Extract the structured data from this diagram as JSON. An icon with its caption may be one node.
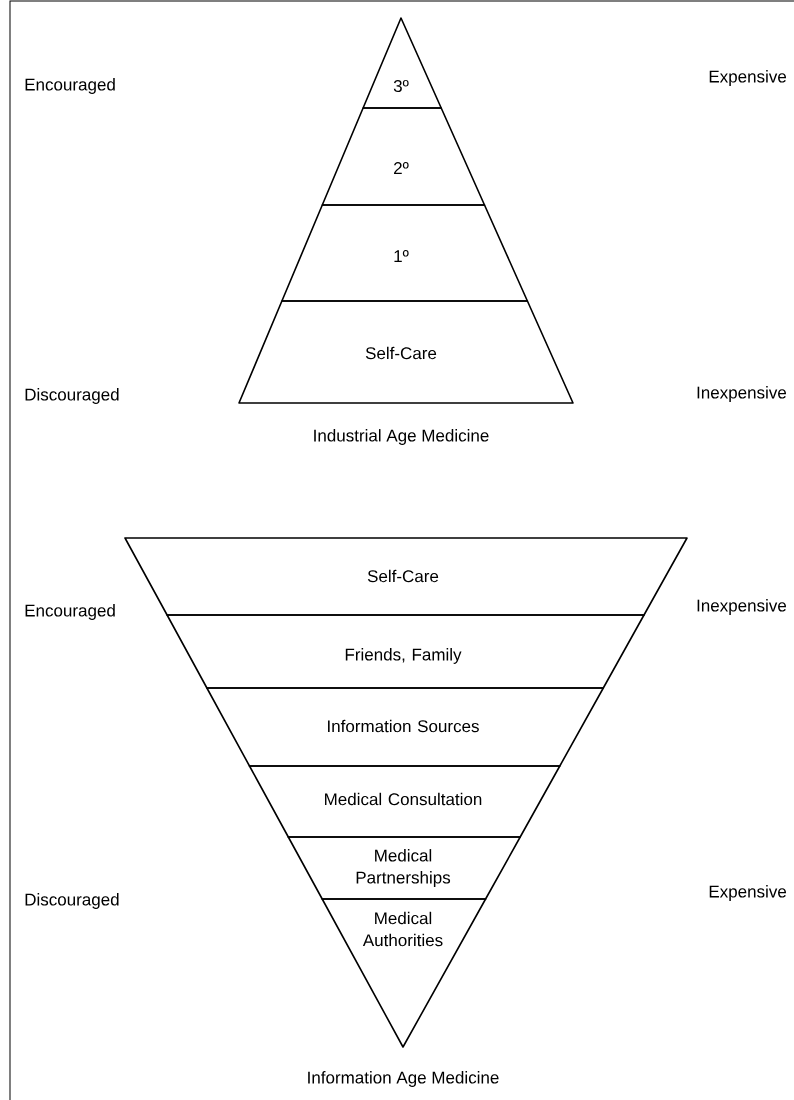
{
  "diagram": {
    "nodes": [
      {
        "text": [
          "3º"
        ]
      },
      {
        "text": [
          "2º"
        ]
      },
      {
        "text": [
          "1º"
        ]
      },
      {
        "text": [
          "Self-Care"
        ]
      },
      {
        "text": [
          "Self-Care"
        ]
      },
      {
        "text": [
          "Friends, Family"
        ]
      },
      {
        "text": [
          "Information Sources"
        ]
      },
      {
        "text": [
          "Medical Consultation"
        ]
      },
      {
        "text": [
          "Medical Partnerships"
        ]
      },
      {
        "text": [
          "Medical Authorities"
        ]
      }
    ],
    "labels": [
      "Encouraged",
      "Expensive",
      "Discouraged",
      "Inexpensive",
      "Industrial Age Medicine",
      "Encouraged",
      "Inexpensive",
      "Discouraged",
      "Expensive",
      "Information Age Medicine"
    ]
  }
}
